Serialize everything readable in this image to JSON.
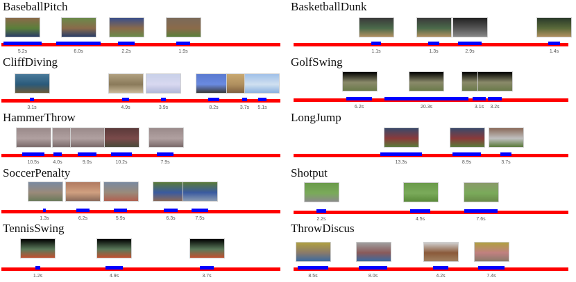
{
  "figure": {
    "panels": [
      {
        "name": "BaseballPitch",
        "segments": [
          {
            "duration": "5.2s",
            "thumb_tone": [
              "#8a6a4a",
              "#5a7f3a",
              "#2a3d66"
            ]
          },
          {
            "duration": "6.0s",
            "thumb_tone": [
              "#6a8a4a",
              "#8a6a4a",
              "#2a3d66"
            ]
          },
          {
            "duration": "2.2s",
            "thumb_tone": [
              "#3b4f8a",
              "#8a6a4a",
              "#6a8a4a"
            ]
          },
          {
            "duration": "1.9s",
            "thumb_tone": [
              "#7a6a5a",
              "#8a6a4a",
              "#5a7f3a"
            ]
          }
        ]
      },
      {
        "name": "BasketballDunk",
        "segments": [
          {
            "duration": "1.1s",
            "thumb_tone": [
              "#3a3a3a",
              "#4a6a4a",
              "#b09060"
            ]
          },
          {
            "duration": "1.3s",
            "thumb_tone": [
              "#3a3a3a",
              "#4a6a4a",
              "#b09060"
            ]
          },
          {
            "duration": "2.9s",
            "thumb_tone": [
              "#222",
              "#555",
              "#888"
            ]
          },
          {
            "duration": "1.4s",
            "thumb_tone": [
              "#2a3a2a",
              "#5a6a3a",
              "#b09060"
            ]
          }
        ]
      },
      {
        "name": "CliffDiving",
        "segments": [
          {
            "duration": "3.1s",
            "thumb_tone": [
              "#4a7a9a",
              "#2a5a7a",
              "#6a5a3a"
            ]
          },
          {
            "duration": "4.9s",
            "thumb_tone": [
              "#b0a080",
              "#8a7a5a",
              "#c8b898"
            ]
          },
          {
            "duration": "3.9s",
            "thumb_tone": [
              "#c8d0e8",
              "#d8d8f0",
              "#b0b8d8"
            ]
          },
          {
            "duration": "8.2s",
            "thumb_tone": [
              "#5a7ad0",
              "#6a8ae0",
              "#3a3a3a"
            ]
          },
          {
            "duration": "3.7s",
            "thumb_tone": [
              "#c8a870",
              "#b09060",
              "#806040"
            ]
          },
          {
            "duration": "5.1s",
            "thumb_tone": [
              "#a0c0e8",
              "#d0e0f0",
              "#8ab0e0"
            ]
          }
        ]
      },
      {
        "name": "GolfSwing",
        "segments": [
          {
            "duration": "6.2s",
            "thumb_tone": [
              "#000",
              "#8a8a6a",
              "#6a7a4a"
            ]
          },
          {
            "duration": "20.3s",
            "thumb_tone": [
              "#000",
              "#8a8a6a",
              "#6a7a4a"
            ]
          },
          {
            "duration": "3.1s",
            "thumb_tone": [
              "#000",
              "#8a8a6a",
              "#6a7a4a"
            ]
          },
          {
            "duration": "3.2s",
            "thumb_tone": [
              "#000",
              "#8a8a6a",
              "#6a7a4a"
            ]
          }
        ]
      },
      {
        "name": "HammerThrow",
        "segments": [
          {
            "duration": "10.5s",
            "thumb_tone": [
              "#9a8a8a",
              "#b0a0a0",
              "#7a6a6a"
            ]
          },
          {
            "duration": "4.0s",
            "thumb_tone": [
              "#9a8a8a",
              "#b0a0a0",
              "#7a6a6a"
            ]
          },
          {
            "duration": "9.0s",
            "thumb_tone": [
              "#9a8a8a",
              "#b0a0a0",
              "#7a6a6a"
            ]
          },
          {
            "duration": "10.2s",
            "thumb_tone": [
              "#5a3a3a",
              "#7a4a4a",
              "#4a4a3a"
            ]
          },
          {
            "duration": "7.9s",
            "thumb_tone": [
              "#9a8a8a",
              "#b0a0a0",
              "#7a6a6a"
            ]
          }
        ]
      },
      {
        "name": "LongJump",
        "segments": [
          {
            "duration": "13.3s",
            "thumb_tone": [
              "#3a4a6a",
              "#8a3a3a",
              "#5a7a3a"
            ]
          },
          {
            "duration": "8.9s",
            "thumb_tone": [
              "#3a4a6a",
              "#8a3a3a",
              "#5a7a3a"
            ]
          },
          {
            "duration": "3.7s",
            "thumb_tone": [
              "#8a6a5a",
              "#c0c0c0",
              "#5a7a3a"
            ]
          }
        ]
      },
      {
        "name": "SoccerPenalty",
        "segments": [
          {
            "duration": "1.3s",
            "thumb_tone": [
              "#7a8aa0",
              "#9a8a7a",
              "#6a7a5a"
            ]
          },
          {
            "duration": "6.2s",
            "thumb_tone": [
              "#b07a60",
              "#d0a080",
              "#8a6a5a"
            ]
          },
          {
            "duration": "5.9s",
            "thumb_tone": [
              "#7a8aa0",
              "#9a8a7a",
              "#b06050"
            ]
          },
          {
            "duration": "6.3s",
            "thumb_tone": [
              "#5a7a3a",
              "#3a5aa0",
              "#8a6a5a"
            ]
          },
          {
            "duration": "7.5s",
            "thumb_tone": [
              "#5a7a3a",
              "#3a5aa0",
              "#8a9ab0"
            ]
          }
        ]
      },
      {
        "name": "Shotput",
        "segments": [
          {
            "duration": "2.2s",
            "thumb_tone": [
              "#6a9a4a",
              "#7aaa5a",
              "#8a8a8a"
            ]
          },
          {
            "duration": "4.5s",
            "thumb_tone": [
              "#6a9a4a",
              "#7aaa5a",
              "#5a8a3a"
            ]
          },
          {
            "duration": "7.6s",
            "thumb_tone": [
              "#8a9a6a",
              "#7aaa5a",
              "#6a8a4a"
            ]
          }
        ]
      },
      {
        "name": "TennisSwing",
        "segments": [
          {
            "duration": "1.2s",
            "thumb_tone": [
              "#000",
              "#5a7a5a",
              "#c05030"
            ]
          },
          {
            "duration": "4.9s",
            "thumb_tone": [
              "#000",
              "#5a7a5a",
              "#c05030"
            ]
          },
          {
            "duration": "3.7s",
            "thumb_tone": [
              "#000",
              "#5a7a5a",
              "#c05030"
            ]
          }
        ]
      },
      {
        "name": "ThrowDiscus",
        "segments": [
          {
            "duration": "8.5s",
            "thumb_tone": [
              "#b0a040",
              "#8a7a6a",
              "#3a6aa0"
            ]
          },
          {
            "duration": "8.0s",
            "thumb_tone": [
              "#a0a0a0",
              "#8a5a5a",
              "#3a6aa0"
            ]
          },
          {
            "duration": "4.2s",
            "thumb_tone": [
              "#d0d0d0",
              "#8a5a3a",
              "#a08060"
            ]
          },
          {
            "duration": "7.4s",
            "thumb_tone": [
              "#b0a040",
              "#c08080",
              "#8a7a6a"
            ]
          }
        ]
      }
    ],
    "colors": {
      "timeline": "#ff0000",
      "segment": "#0000ff",
      "label": "#555555"
    }
  }
}
